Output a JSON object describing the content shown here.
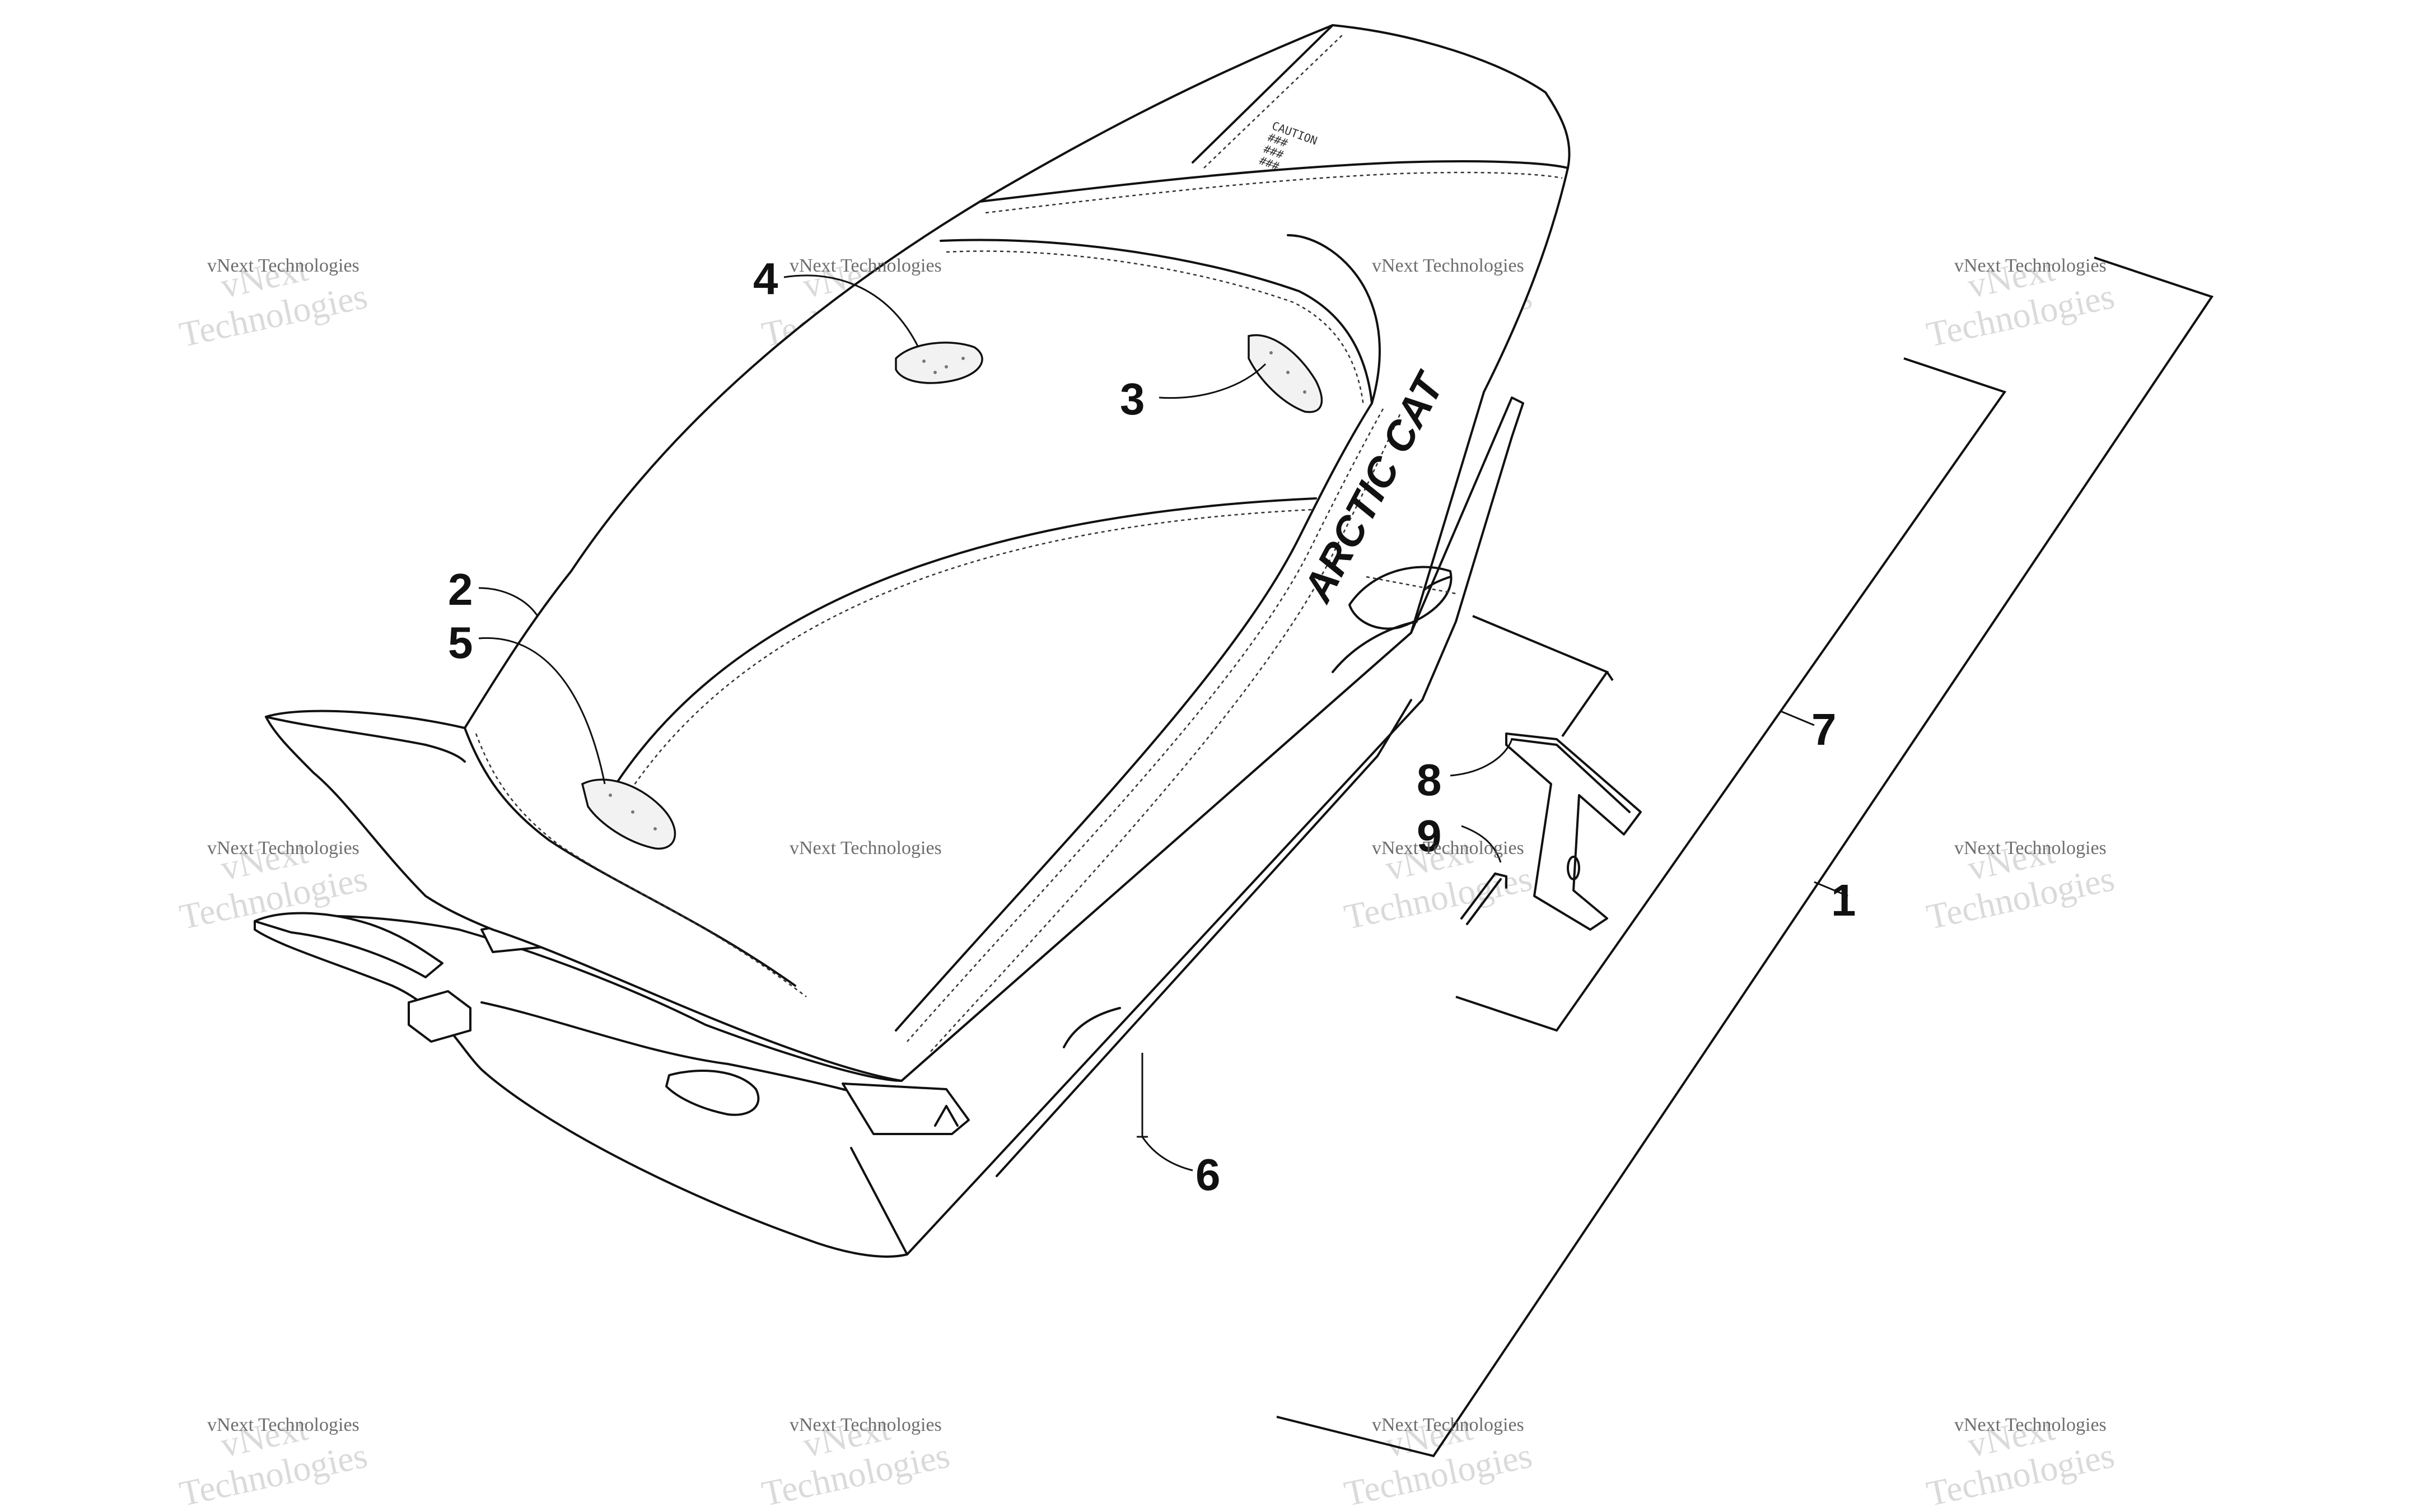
{
  "callouts": [
    {
      "id": "1",
      "label": "1"
    },
    {
      "id": "2",
      "label": "2"
    },
    {
      "id": "3",
      "label": "3"
    },
    {
      "id": "4",
      "label": "4"
    },
    {
      "id": "5",
      "label": "5"
    },
    {
      "id": "6",
      "label": "6"
    },
    {
      "id": "7",
      "label": "7"
    },
    {
      "id": "8",
      "label": "8"
    },
    {
      "id": "9",
      "label": "9"
    }
  ],
  "seat_brand": "ARCTIC CAT",
  "seat_label_lines": [
    "CAUTION",
    "###",
    "###",
    "###"
  ],
  "watermark": {
    "line1": "vNext Technologies",
    "big_top": "vNext",
    "big_bottom": "Technologies"
  }
}
